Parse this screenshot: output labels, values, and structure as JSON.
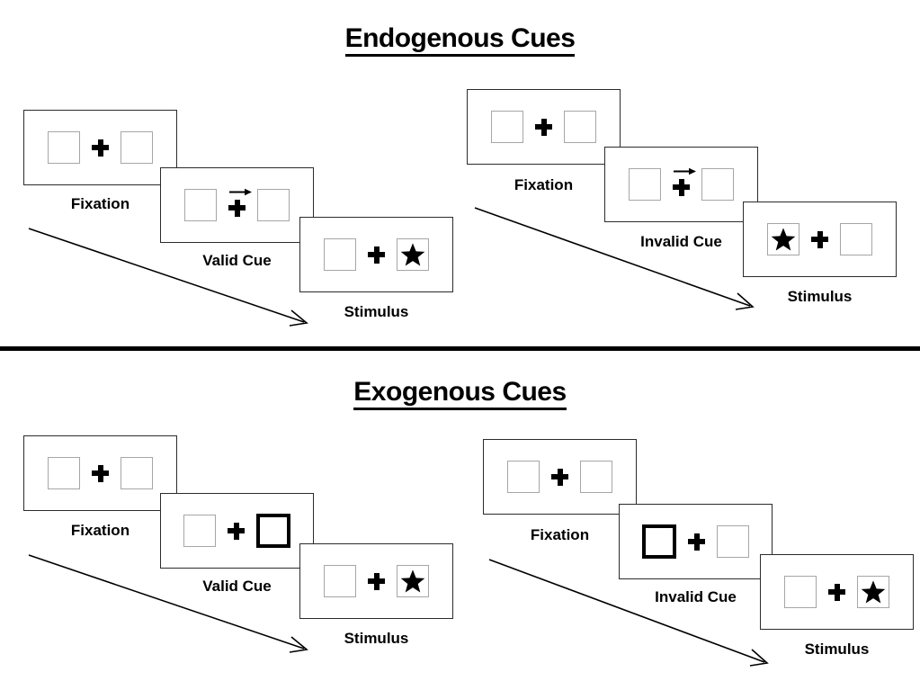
{
  "sections": [
    {
      "id": "endogenous",
      "title": "Endogenous Cues",
      "cue_type": "central-arrow",
      "conditions": [
        {
          "id": "valid",
          "frames": [
            {
              "caption": "Fixation",
              "cue": "none",
              "cued_side": "none",
              "star_side": "none"
            },
            {
              "caption": "Valid Cue",
              "cue": "arrow-right",
              "cued_side": "right",
              "star_side": "none"
            },
            {
              "caption": "Stimulus",
              "cue": "none",
              "cued_side": "none",
              "star_side": "right"
            }
          ]
        },
        {
          "id": "invalid",
          "frames": [
            {
              "caption": "Fixation",
              "cue": "none",
              "cued_side": "none",
              "star_side": "none"
            },
            {
              "caption": "Invalid Cue",
              "cue": "arrow-right",
              "cued_side": "right",
              "star_side": "none"
            },
            {
              "caption": "Stimulus",
              "cue": "none",
              "cued_side": "none",
              "star_side": "left"
            }
          ]
        }
      ]
    },
    {
      "id": "exogenous",
      "title": "Exogenous Cues",
      "cue_type": "peripheral-box",
      "conditions": [
        {
          "id": "valid",
          "frames": [
            {
              "caption": "Fixation",
              "cue": "none",
              "cued_side": "none",
              "star_side": "none"
            },
            {
              "caption": "Valid Cue",
              "cue": "box-highlight",
              "cued_side": "right",
              "star_side": "none"
            },
            {
              "caption": "Stimulus",
              "cue": "none",
              "cued_side": "none",
              "star_side": "right"
            }
          ]
        },
        {
          "id": "invalid",
          "frames": [
            {
              "caption": "Fixation",
              "cue": "none",
              "cued_side": "none",
              "star_side": "none"
            },
            {
              "caption": "Invalid Cue",
              "cue": "box-highlight",
              "cued_side": "left",
              "star_side": "none"
            },
            {
              "caption": "Stimulus",
              "cue": "none",
              "cued_side": "none",
              "star_side": "right"
            }
          ]
        }
      ]
    }
  ],
  "labels": {
    "fixation": "Fixation",
    "valid_cue": "Valid Cue",
    "invalid_cue": "Invalid Cue",
    "stimulus": "Stimulus"
  },
  "icons": {
    "star": "star-icon",
    "plus": "fixation-cross-icon",
    "arrow": "arrow-right-icon",
    "flow": "time-flow-arrow-icon"
  },
  "colors": {
    "ink": "#000000",
    "frame_border": "#2b2b2b",
    "box_border": "#a6a6a6",
    "background": "#ffffff"
  }
}
